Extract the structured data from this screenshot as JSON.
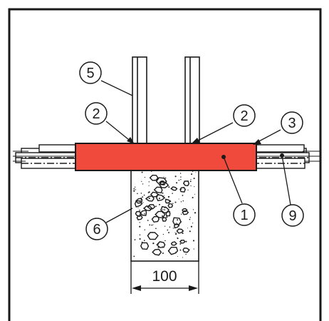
{
  "callouts": {
    "c1": "1",
    "c2a": "2",
    "c2b": "2",
    "c3": "3",
    "c5": "5",
    "c6": "6",
    "c9": "9"
  },
  "dimension": {
    "width_label": "100"
  },
  "colors": {
    "frame": "#1a1a1a",
    "sleeve_fill": "#ef4a3c",
    "sleeve_stroke": "#1a1a1a",
    "concrete_fill": "#ffffff",
    "line": "#1a1a1a",
    "background": "#ffffff"
  }
}
